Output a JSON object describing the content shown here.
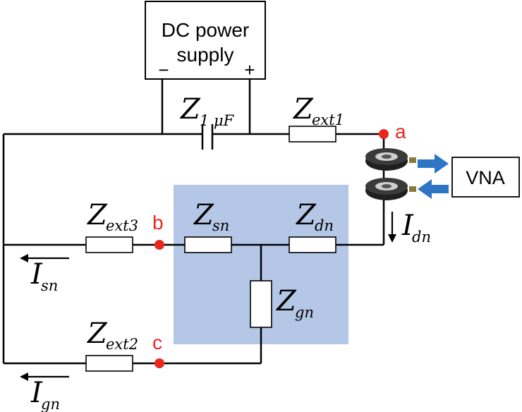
{
  "power_supply": {
    "line1": "DC power",
    "line2": "supply",
    "minus": "−",
    "plus": "+"
  },
  "analyzer": {
    "label": "VNA"
  },
  "components": {
    "capacitor": {
      "symbol": "Z",
      "sub": "1 μF"
    },
    "z_ext1": {
      "symbol": "Z",
      "sub": "ext1"
    },
    "z_ext2": {
      "symbol": "Z",
      "sub": "ext2"
    },
    "z_ext3": {
      "symbol": "Z",
      "sub": "ext3"
    },
    "z_sn": {
      "symbol": "Z",
      "sub": "sn"
    },
    "z_dn": {
      "symbol": "Z",
      "sub": "dn"
    },
    "z_gn": {
      "symbol": "Z",
      "sub": "gn"
    }
  },
  "nodes": {
    "a": "a",
    "b": "b",
    "c": "c"
  },
  "currents": {
    "i_dn": {
      "symbol": "I",
      "sub": "dn"
    },
    "i_sn": {
      "symbol": "I",
      "sub": "sn"
    },
    "i_gn": {
      "symbol": "I",
      "sub": "gn"
    }
  },
  "colors": {
    "highlight_box": "#b4c7e7",
    "node_dot": "#e8281e",
    "arrow": "#2e75c6"
  }
}
